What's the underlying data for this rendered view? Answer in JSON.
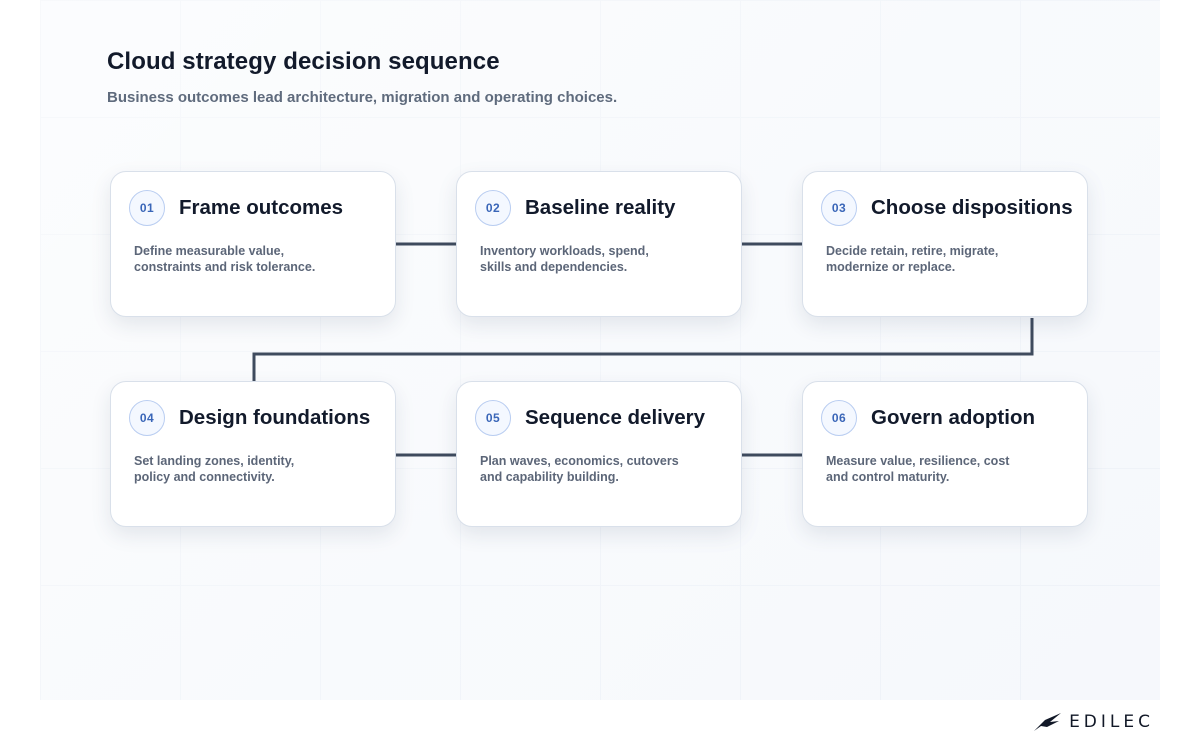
{
  "diagram": {
    "title": "Cloud strategy decision sequence",
    "subtitle": "Business outcomes lead architecture, migration and operating choices.",
    "steps": [
      {
        "number": "01",
        "title": "Frame outcomes",
        "description": "Define measurable value,\nconstraints and risk tolerance."
      },
      {
        "number": "02",
        "title": "Baseline reality",
        "description": "Inventory workloads, spend,\nskills and dependencies."
      },
      {
        "number": "03",
        "title": "Choose dispositions",
        "description": "Decide retain, retire, migrate,\nmodernize or replace."
      },
      {
        "number": "04",
        "title": "Design foundations",
        "description": "Set landing zones, identity,\npolicy and connectivity."
      },
      {
        "number": "05",
        "title": "Sequence delivery",
        "description": "Plan waves, economics, cutovers\nand capability building."
      },
      {
        "number": "06",
        "title": "Govern adoption",
        "description": "Measure value, resilience, cost\nand control maturity."
      }
    ]
  },
  "brand": {
    "logo_icon": "edilec-bird-icon",
    "logo_text": "EDILEC"
  },
  "colors": {
    "connector": "#3f4b5e",
    "badge_text": "#3a66b8",
    "title": "#121a2b"
  }
}
